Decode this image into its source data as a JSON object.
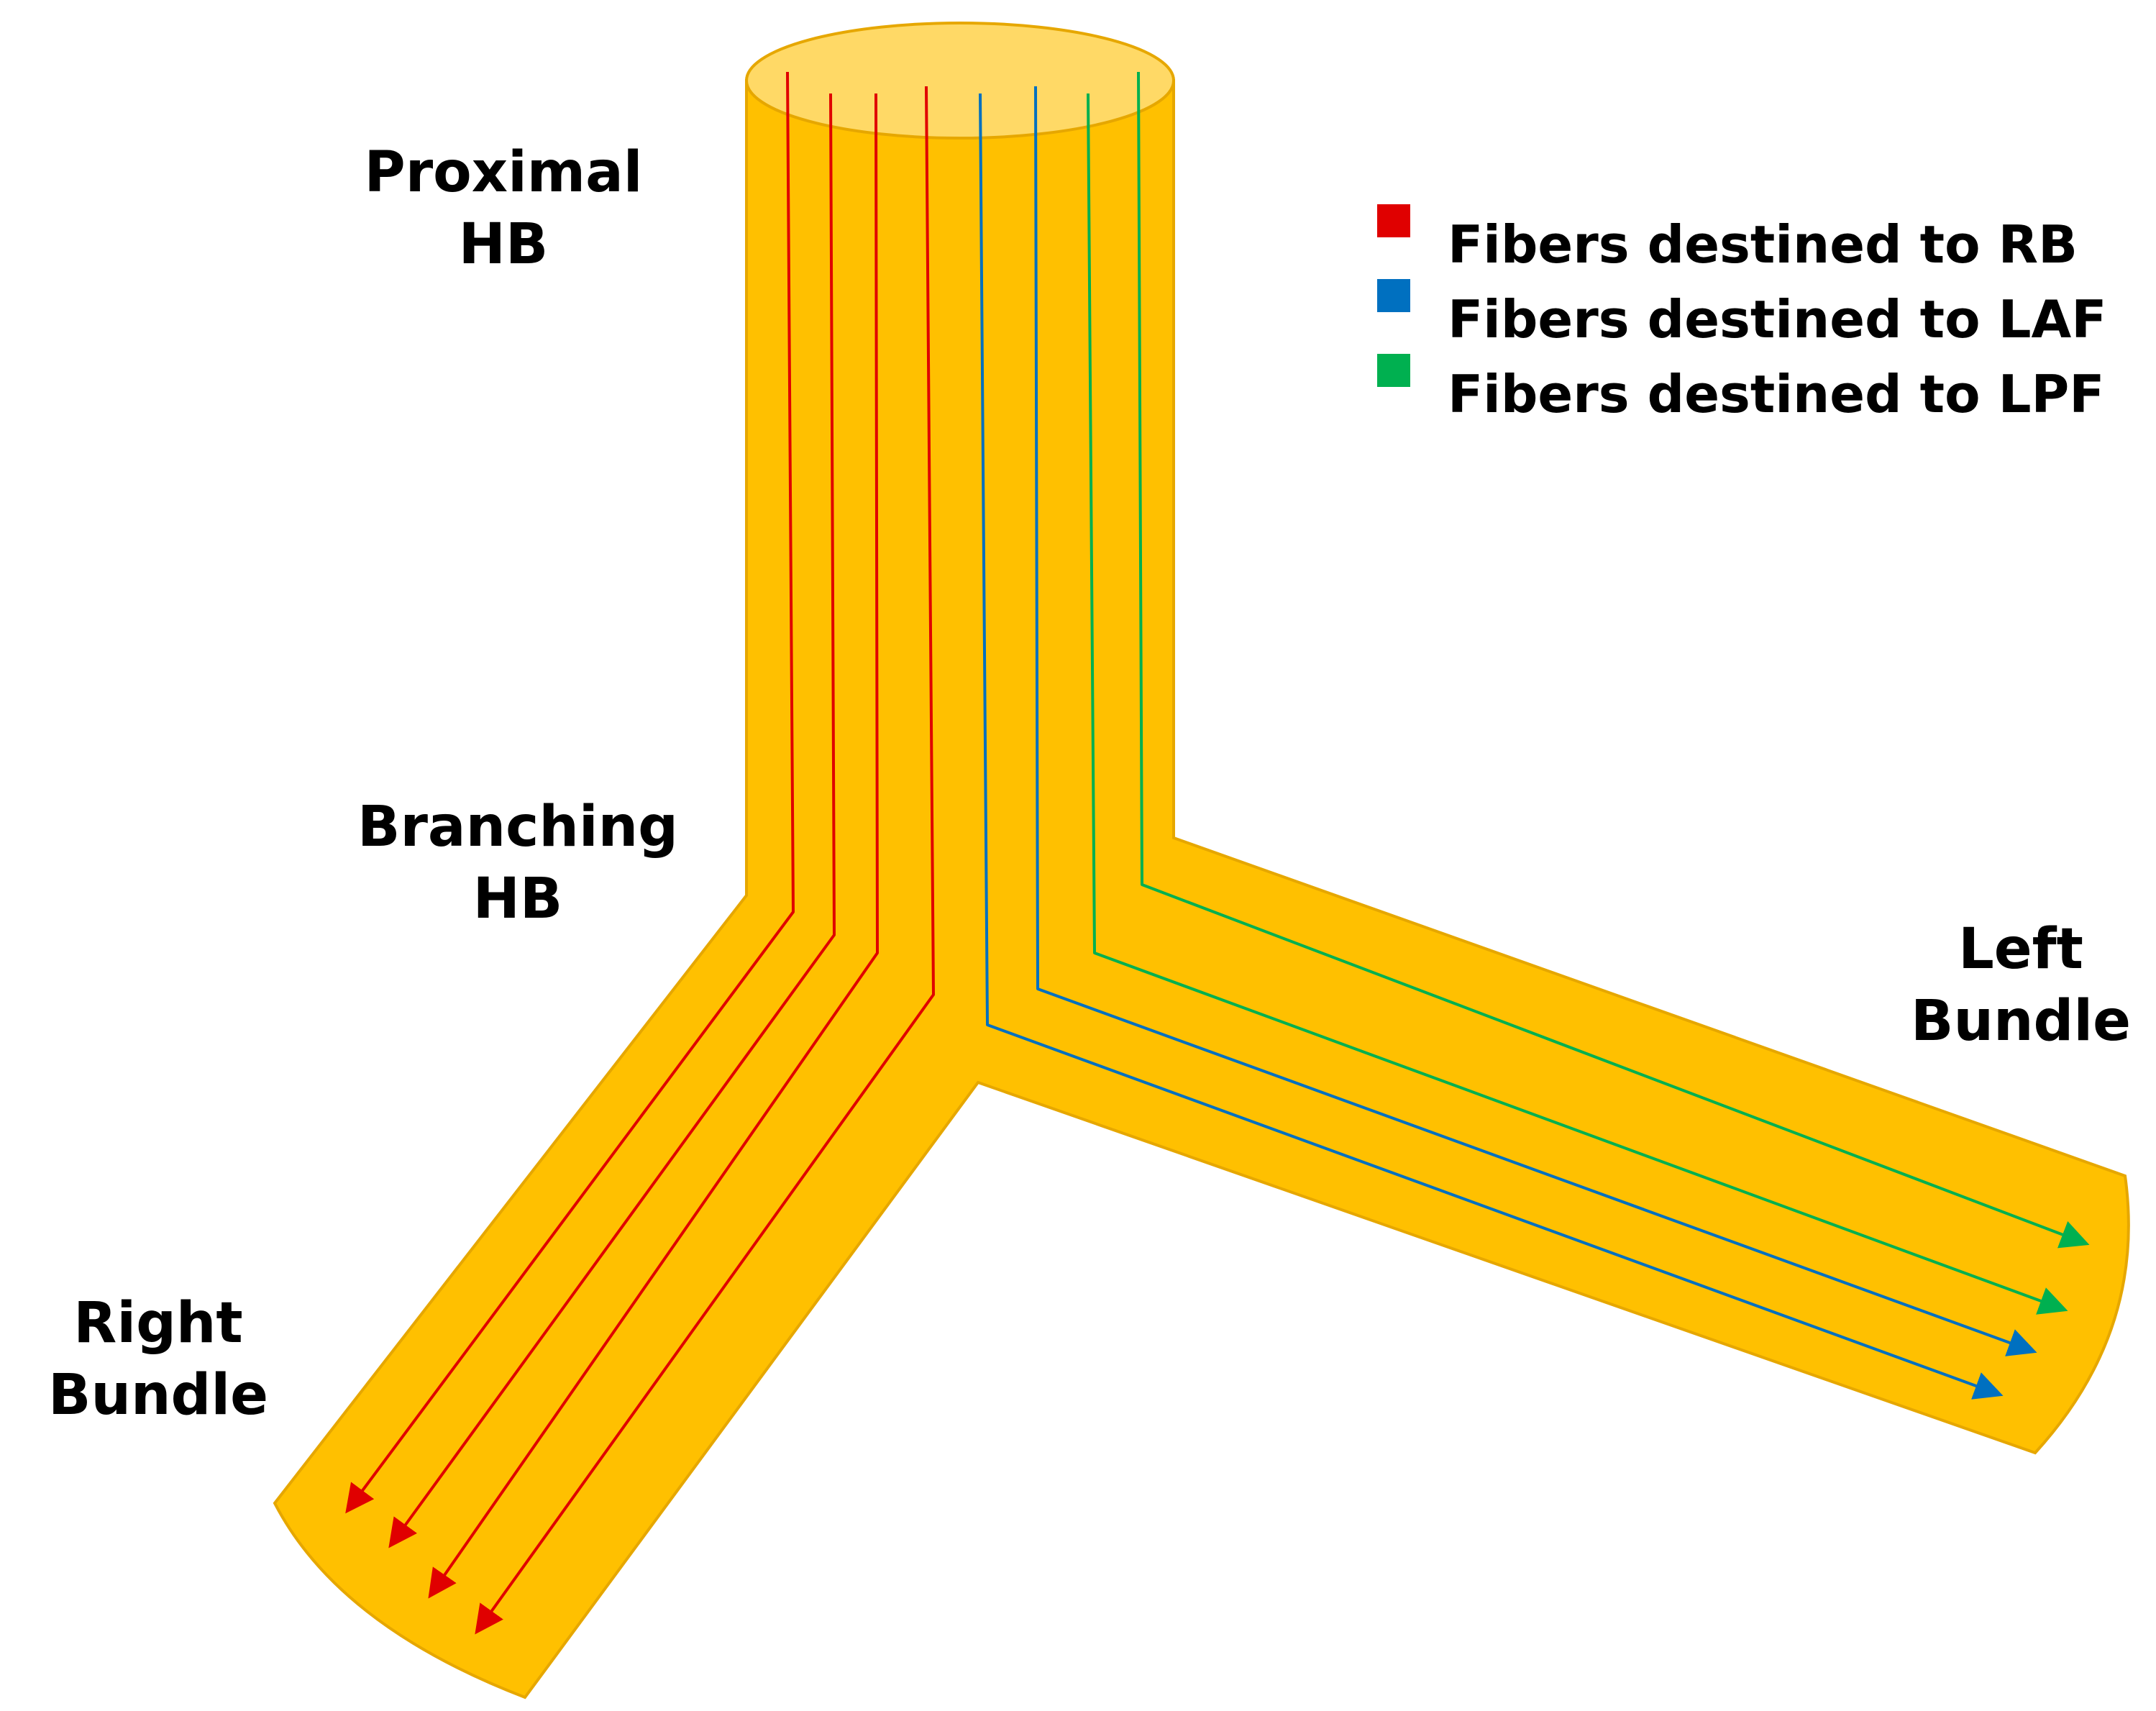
{
  "colors": {
    "bundle_fill": "#FFC000",
    "bundle_stroke": "#E6A700",
    "top_cap": "#FFD966",
    "rb": "#E00000",
    "laf": "#0070C0",
    "lpf": "#00B050"
  },
  "labels": {
    "proximal": [
      "Proximal",
      "HB"
    ],
    "branching": [
      "Branching",
      "HB"
    ],
    "left_bundle": [
      "Left",
      "Bundle"
    ],
    "right_bundle": [
      "Right",
      "Bundle"
    ]
  },
  "legend": [
    {
      "label": "Fibers destined to RB",
      "color": "#E00000",
      "group": "rb"
    },
    {
      "label": "Fibers destined to LAF",
      "color": "#0070C0",
      "group": "laf"
    },
    {
      "label": "Fibers destined to LPF",
      "color": "#00B050",
      "group": "lpf"
    }
  ],
  "fibers": {
    "rb_count": 4,
    "laf_count": 2,
    "lpf_count": 2
  }
}
